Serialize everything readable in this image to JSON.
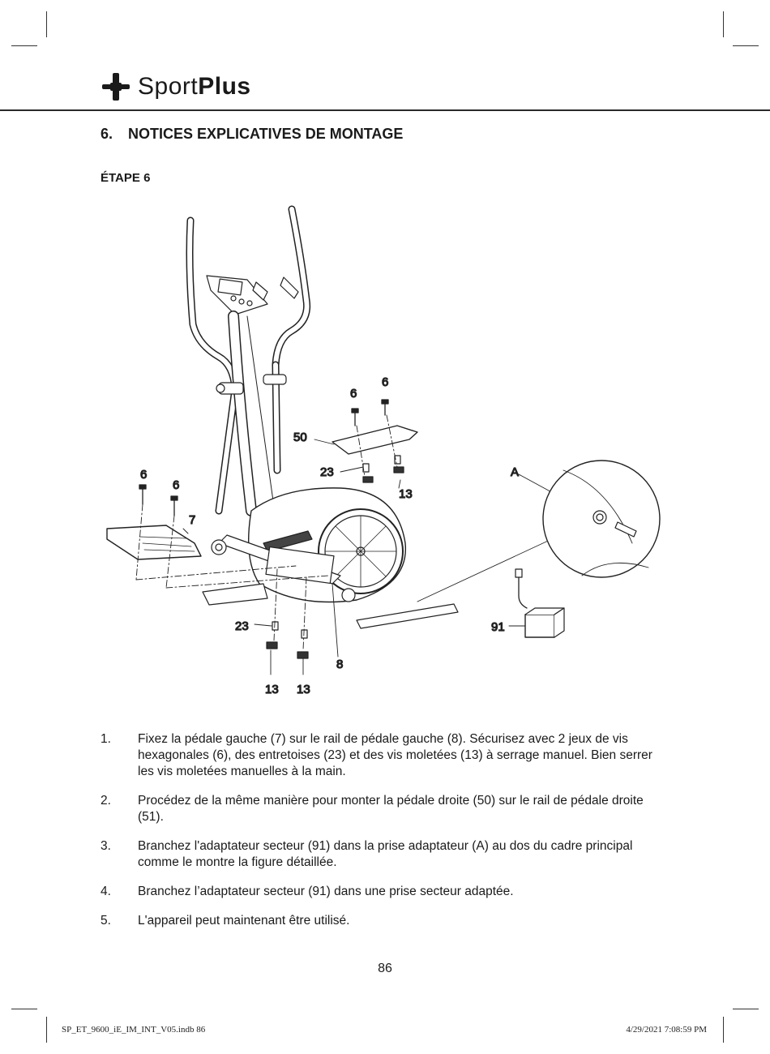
{
  "header": {
    "brand_light": "Sport",
    "brand_bold": "Plus"
  },
  "section": {
    "number": "6.",
    "title": "NOTICES EXPLICATIVES DE MONTAGE"
  },
  "step": {
    "title": "ÉTAPE 6"
  },
  "figure": {
    "labels": {
      "bolt_6_a": "6",
      "bolt_6_b": "6",
      "bolt_6_c": "6",
      "bolt_6_d": "6",
      "pedal_right": "50",
      "spacer_23_top": "23",
      "knob_13_top": "13",
      "pedal_left": "7",
      "spacer_23_bottom": "23",
      "rail_left": "8",
      "knob_13_a": "13",
      "knob_13_b": "13",
      "adapter": "91",
      "socket": "A"
    }
  },
  "instructions": [
    {
      "num": "1.",
      "text": "Fixez la pédale gauche (7) sur le rail de pédale gauche (8). Sécurisez avec 2 jeux de vis hexagonales (6), des entretoises (23) et des vis moletées (13) à serrage manuel. Bien serrer les vis moletées manuelles à la main."
    },
    {
      "num": "2.",
      "text": "Procédez de la même manière pour monter la pédale droite (50) sur le rail de pédale droite (51)."
    },
    {
      "num": "3.",
      "text": "Branchez l'adaptateur secteur (91) dans la prise adaptateur (A) au dos du cadre principal comme le montre la figure détaillée."
    },
    {
      "num": "4.",
      "text": "Branchez l’adaptateur secteur (91) dans une prise secteur adaptée."
    },
    {
      "num": "5.",
      "text": "L'appareil peut maintenant être utilisé."
    }
  ],
  "page_number": "86",
  "footer": {
    "file": "SP_ET_9600_iE_IM_INT_V05.indb   86",
    "timestamp": "4/29/2021   7:08:59 PM"
  }
}
